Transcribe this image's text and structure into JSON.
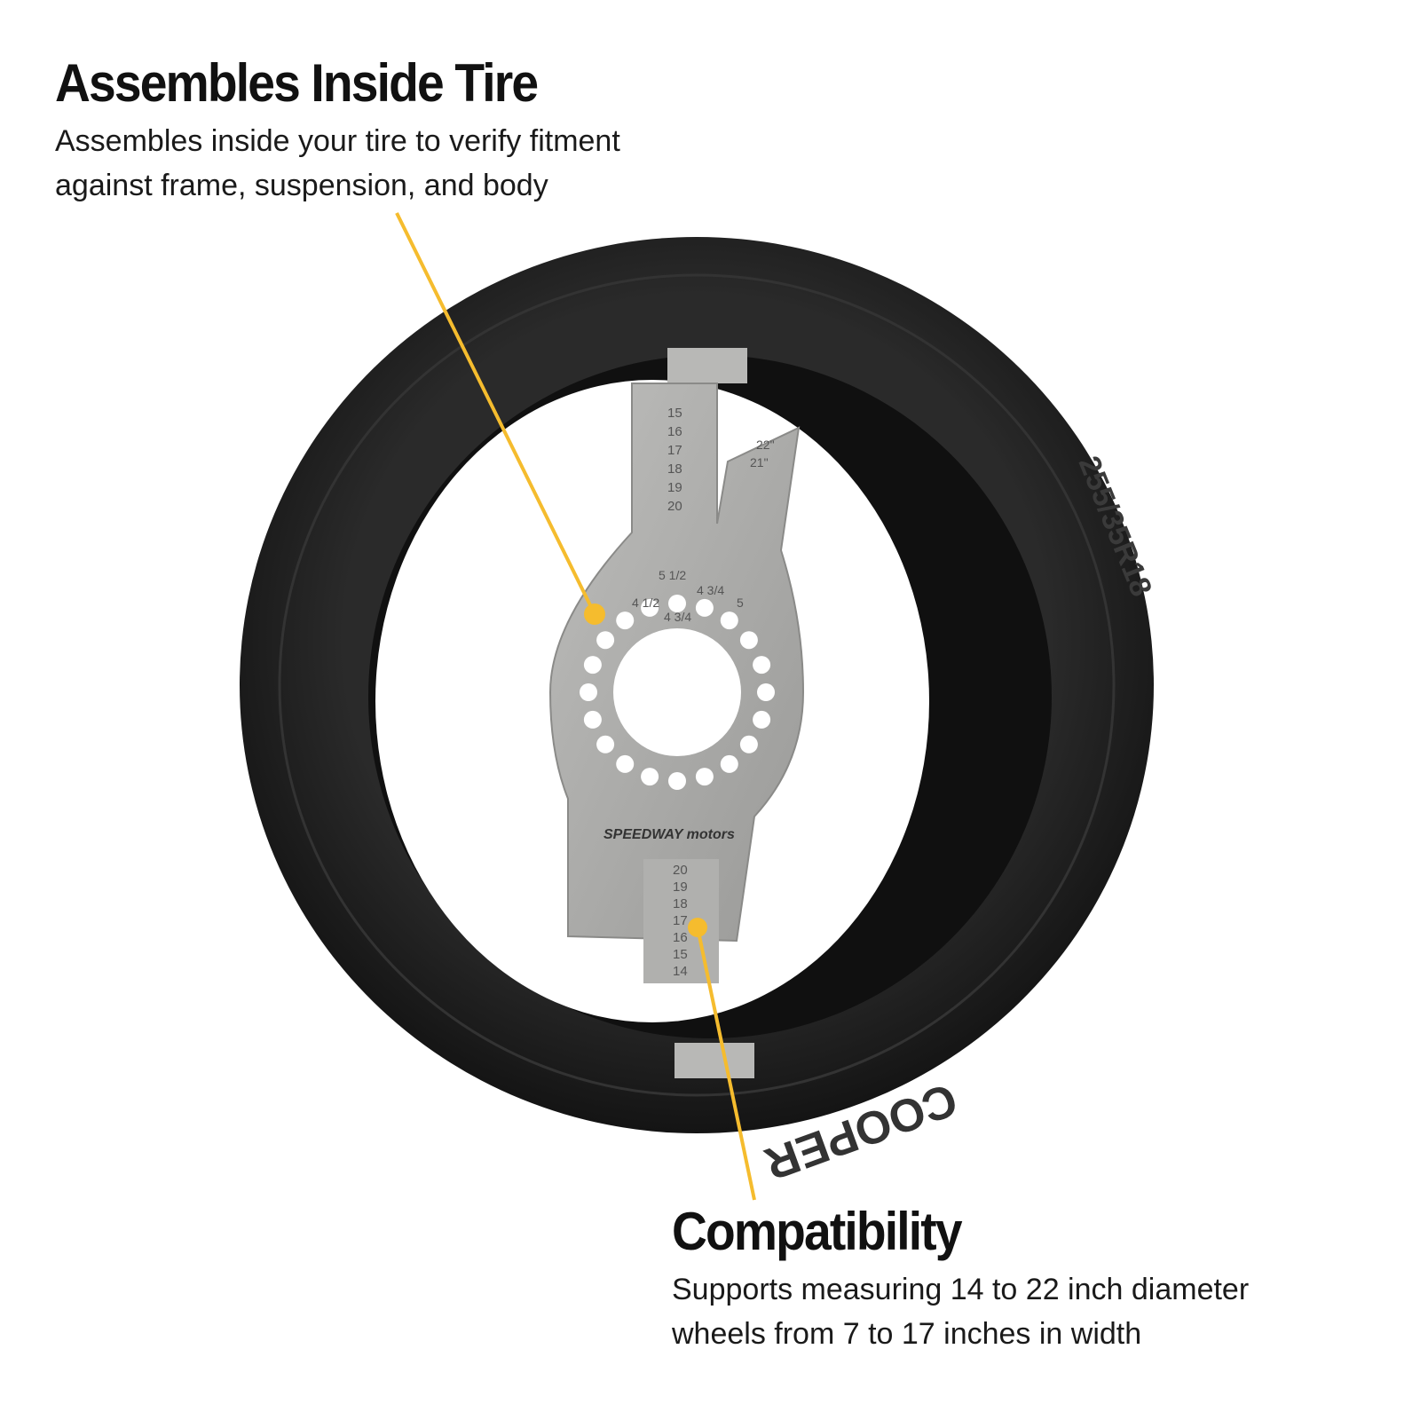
{
  "callouts": [
    {
      "title": "Assembles Inside Tire",
      "lines": [
        "Assembles inside your tire to verify fitment",
        "against frame, suspension, and body"
      ]
    },
    {
      "title": "Compatibility",
      "lines": [
        "Supports measuring 14 to 22 inch diameter",
        "wheels from 7 to 17 inches in width"
      ]
    }
  ],
  "colors": {
    "accent": "#F5BC2E",
    "tire": "#1c1c1c",
    "plate": "#a9a9a7",
    "background": "#ffffff"
  },
  "product": {
    "brand_logo": "SPEEDWAY motors",
    "tire_sidewall": "255/35R18",
    "tire_brand": "COOPER",
    "top_scale": [
      "15",
      "16",
      "17",
      "18",
      "19",
      "20"
    ],
    "bottom_scale": [
      "20",
      "19",
      "18",
      "17",
      "16",
      "15",
      "14"
    ],
    "bolt_patterns": [
      "5 1/2",
      "4 1/2",
      "4 3/4",
      "5",
      "4 3/4"
    ],
    "diameter_marks": [
      "22\"",
      "21\""
    ]
  }
}
